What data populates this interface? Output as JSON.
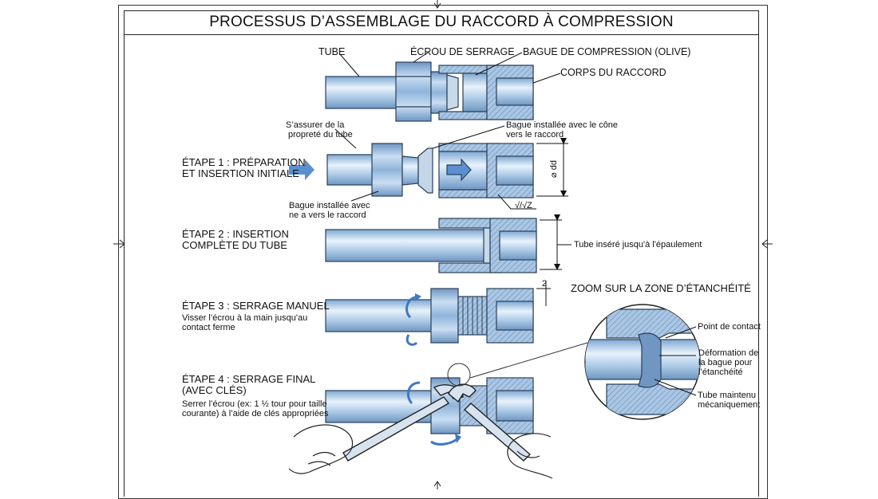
{
  "title": "PROCESSUS D’ASSEMBLAGE DU RACCORD À COMPRESSION",
  "parts": {
    "tube": "TUBE",
    "nut": "ÉCROU DE SERRAGE",
    "ferrule": "BAGUE DE COMPRESSION (OLIVE)",
    "body": "CORPS DU RACCORD"
  },
  "notes": {
    "clean_line1": "S’assurer de la",
    "clean_line2": "propreté du tube",
    "ferrule_cone_line1": "Bague installée avec le cône",
    "ferrule_cone_line2": "vers le raccord",
    "ferrule_bottom_line1": "Bague installée avec",
    "ferrule_bottom_line2": "ne a vers le raccord",
    "dim_label": "⌀ dd",
    "surface_mark": "√/√Z",
    "tube_inserted": "Tube inséré jusqu'à l'épaulement",
    "dim_small": "2"
  },
  "steps": [
    {
      "title_line1": "ÉTAPE 1 : PRÉPARATION",
      "title_line2": "ET INSERTION INITIALE",
      "desc_line1": "",
      "desc_line2": ""
    },
    {
      "title_line1": "ÉTAPE 2 : INSERTION",
      "title_line2": "COMPLÈTE DU TUBE",
      "desc_line1": "",
      "desc_line2": ""
    },
    {
      "title_line1": "ÉTAPE 3 : SERRAGE MANUEL",
      "title_line2": "",
      "desc_line1": "Visser l’écrou à la main jusqu'au",
      "desc_line2": "contact ferme"
    },
    {
      "title_line1": "ÉTAPE 4 : SERRAGE FINAL",
      "title_line2": "(AVEC CLÉS)",
      "desc_line1": "Serrer l’écrou (ex: 1 ½ tour pour taille",
      "desc_line2": "courante) à l’aide de clés appropriées"
    }
  ],
  "zoom": {
    "title": "ZOOM SUR LA ZONE D’ÉTANCHÉITÉ",
    "contact": "Point de contact",
    "deform_line1": "Déformation de",
    "deform_line2": "la bague pour",
    "deform_line3": "l’étanchéité",
    "held_line1": "Tube maintenu",
    "held_line2": "mécaniquement"
  },
  "colors": {
    "metal": "#9ec3e6",
    "metal_dark": "#5f88b4",
    "hatch": "#6d8fb3",
    "arrow": "#5b8fd0",
    "ink": "#1a1a1a"
  }
}
